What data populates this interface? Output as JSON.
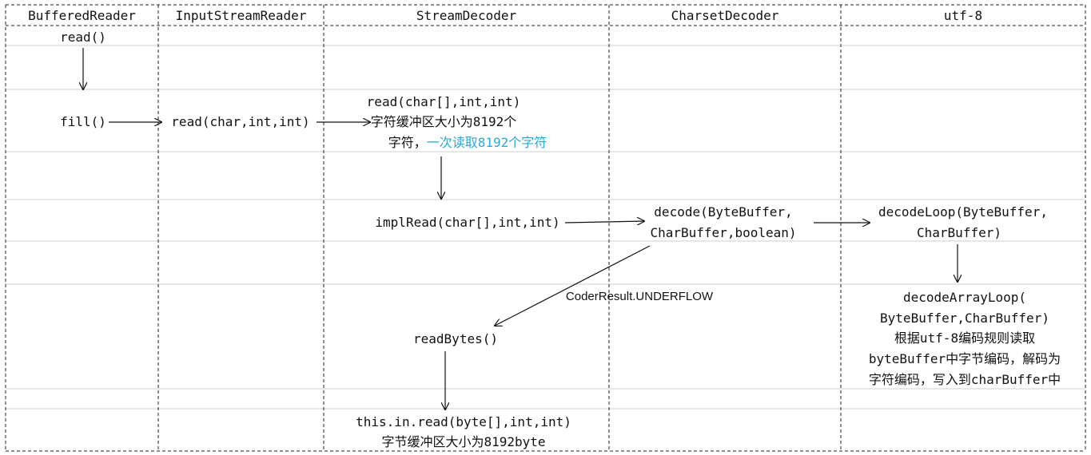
{
  "columns": [
    "BufferedReader",
    "InputStreamReader",
    "StreamDecoder",
    "CharsetDecoder",
    "utf-8"
  ],
  "nodes": {
    "br_read": "read()",
    "br_fill": "fill()",
    "isr_read": "read(char,int,int)",
    "sd_read_line1": "read(char[],int,int)",
    "sd_read_line2": "字符缓冲区大小为8192个",
    "sd_read_line3a": "字符，",
    "sd_read_line3b": "一次读取8192个字符",
    "sd_implread": "implRead(char[],int,int)",
    "cd_decode_line1": "decode(ByteBuffer,",
    "cd_decode_line2": "CharBuffer,boolean)",
    "utf_decodeloop_line1": "decodeLoop(ByteBuffer,",
    "utf_decodeloop_line2": "CharBuffer)",
    "utf_arrayloop_line1": "decodeArrayLoop(",
    "utf_arrayloop_line2": "ByteBuffer,CharBuffer)",
    "utf_arrayloop_line3": "根据utf-8编码规则读取",
    "utf_arrayloop_line4": "byteBuffer中字节编码，解码为",
    "utf_arrayloop_line5": "字符编码，写入到charBuffer中",
    "underflow_label": "CoderResult.UNDERFLOW",
    "sd_readbytes": "readBytes()",
    "in_read_line1": "this.in.read(byte[],int,int)",
    "in_read_line2": "字节缓冲区大小为8192byte"
  },
  "colors": {
    "accent_text": "#29a9d6",
    "line": "#333333",
    "grid": "#c8c8c8"
  }
}
